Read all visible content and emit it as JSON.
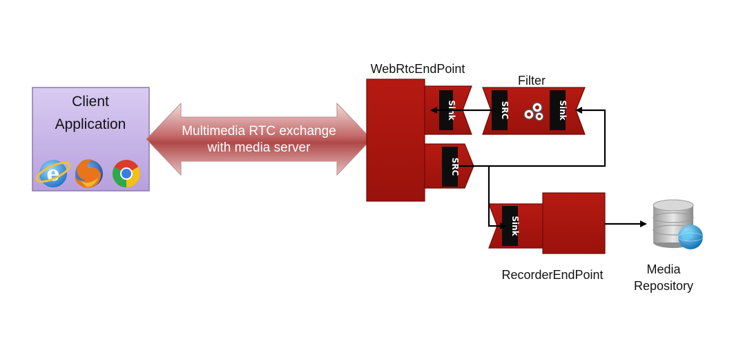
{
  "client": {
    "title_line1": "Client",
    "title_line2": "Application",
    "browser_icons": [
      "internet-explorer-icon",
      "firefox-icon",
      "chrome-icon"
    ]
  },
  "exchange": {
    "line1": "Multimedia RTC exchange",
    "line2": "with media server"
  },
  "webrtc": {
    "label": "WebRtcEndPoint",
    "sink_port": "Sink",
    "src_port": "SRC"
  },
  "filter": {
    "label": "Filter",
    "src_port": "SRC",
    "sink_port": "Sink"
  },
  "recorder": {
    "label": "RecorderEndPoint",
    "sink_port": "Sink"
  },
  "repository": {
    "line1": "Media",
    "line2": "Repository"
  },
  "colors": {
    "element_red": "#a8150f",
    "element_border": "#6e0b06",
    "client_box": "#c6b2e6",
    "client_border": "#8a7aa8",
    "arrow_red": "#b85454",
    "port_black": "#0d0d0d"
  }
}
